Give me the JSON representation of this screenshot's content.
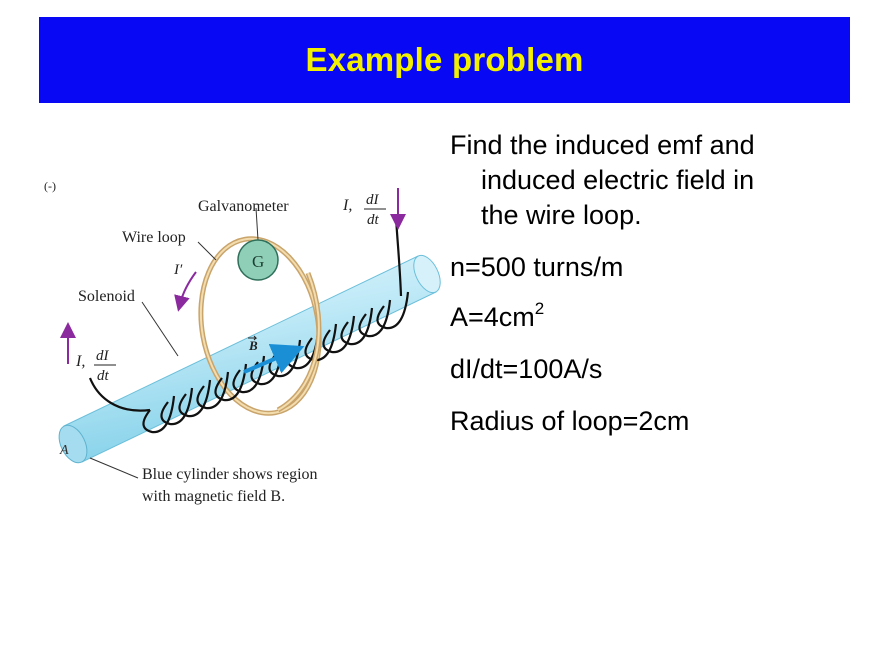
{
  "slide": {
    "title": "Example problem",
    "title_bg": "#0808f4",
    "title_color": "#f2f000"
  },
  "figure": {
    "label_galvanometer": "Galvanometer",
    "label_wire_loop": "Wire loop",
    "label_solenoid": "Solenoid",
    "label_g": "G",
    "label_a": "A",
    "label_i_prime": "I′",
    "label_b": "B",
    "label_i_top": "I,",
    "label_di_top": "dI",
    "label_dt_top": "dt",
    "label_i_left": "I,",
    "label_di_left": "dI",
    "label_dt_left": "dt",
    "caption_line1": "Blue cylinder shows region",
    "caption_line2": "with magnetic field B.",
    "corner_label": "(-)"
  },
  "problem": {
    "statement_line1": "Find the induced emf and",
    "statement_line2": "induced electric field in",
    "statement_line3": "the wire loop.",
    "n_value": "n=500 turns/m",
    "area_value": "A=4cm",
    "area_exponent": "2",
    "didt_value": "dI/dt=100A/s",
    "radius_value": "Radius of loop=2cm"
  }
}
